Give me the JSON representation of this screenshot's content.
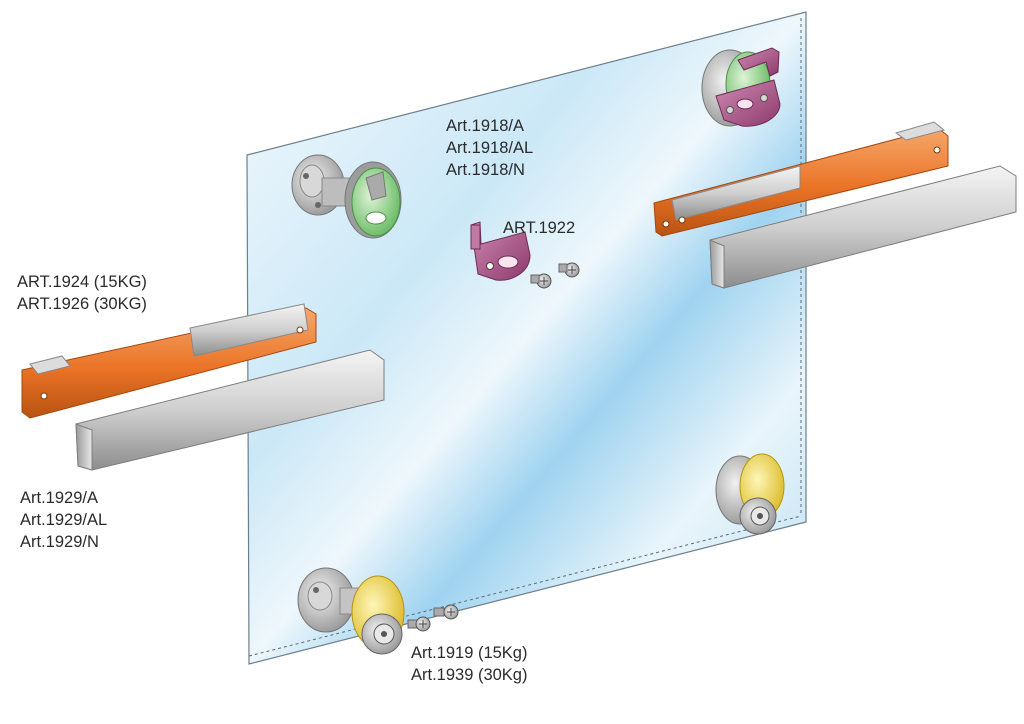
{
  "labels": {
    "pivot": [
      "Art.1918/A",
      "Art.1918/AL",
      "Art.1918/N"
    ],
    "stop": [
      "ART.1922"
    ],
    "damper": [
      "ART.1924 (15KG)",
      "ART.1926 (30KG)"
    ],
    "profile": [
      "Art.1929/A",
      "Art.1929/AL",
      "Art.1929/N"
    ],
    "roller": [
      "Art.1919 (15Kg)",
      "Art.1939 (30Kg)"
    ]
  },
  "colors": {
    "glass_light": "#eef7fc",
    "glass_mid": "#a9d8f2",
    "glass_edge": "#7a8a96",
    "damper_orange": "#ec7a2c",
    "aluminium": "#c9c9c9",
    "guide_green": "#8fd081",
    "stop_purple": "#a3507f",
    "roller_yellow": "#f0d84a"
  }
}
